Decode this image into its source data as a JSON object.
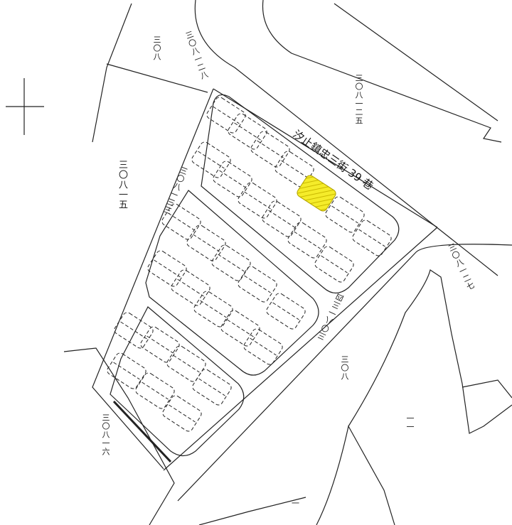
{
  "street_name": "汐止鎮忠三街 39 巷",
  "parcels": {
    "p308_top": "三〇八",
    "p308_28": "三〇八一二八",
    "p308_25": "三〇八一二五",
    "p308_27": "三〇八一二七",
    "p308_5": "三〇八一五",
    "p308_33": "三〇八一三三",
    "p308_34": "三〇八一三四",
    "p308_lower": "三〇八",
    "p308_6": "三〇八一六",
    "p_right": "一一",
    "p_bottom": "一"
  },
  "north_arrow": "north-arrow-icon",
  "colors": {
    "line": "#222222",
    "highlight": "#f2e600",
    "hatch": "#c9b800"
  },
  "highlighted_parcel": "yellow-hatched-building"
}
